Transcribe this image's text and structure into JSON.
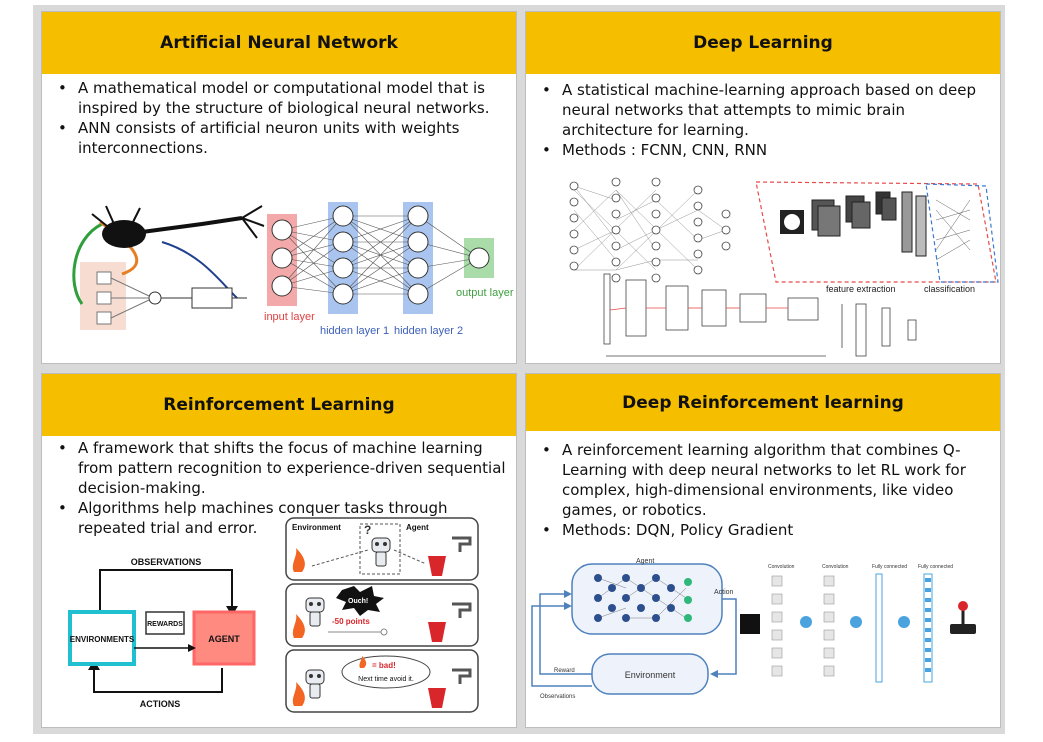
{
  "panels": {
    "ann": {
      "title": "Artificial Neural Network",
      "bullets": [
        "A mathematical model or computational model that is inspired by the structure of biological neural networks.",
        "ANN consists of artificial neuron units with weights interconnections."
      ],
      "labels": {
        "input_layer": "input layer",
        "hidden1": "hidden layer 1",
        "hidden2": "hidden layer 2",
        "output_layer": "output layer"
      }
    },
    "dl": {
      "title": "Deep Learning",
      "bullets": [
        "A statistical machine-learning approach based on deep neural networks that attempts to mimic brain architecture for learning.",
        "Methods : FCNN, CNN, RNN"
      ],
      "labels": {
        "feature_extraction": "feature extraction",
        "classification": "classification"
      }
    },
    "rl": {
      "title": "Reinforcement Learning",
      "bullets": [
        "A framework that shifts the focus of machine learning from pattern recognition to experience-driven sequential decision-making.",
        "Algorithms help machines conquer tasks through repeated trial and error."
      ],
      "labels": {
        "observations": "OBSERVATIONS",
        "rewards": "REWARDS",
        "environments": "ENVIRONMENTS",
        "agent": "AGENT",
        "actions": "ACTIONS",
        "environment": "Environment",
        "agent_small": "Agent",
        "ouch": "Ouch!",
        "points": "-50 points",
        "bad": "= bad!",
        "next_time": "Next time avoid it."
      }
    },
    "drl": {
      "title": "Deep Reinforcement learning",
      "bullets": [
        "A reinforcement learning algorithm that combines Q-Learning with deep neural networks to let RL work for complex, high-dimensional environments, like video games, or robotics.",
        "Methods: DQN, Policy Gradient"
      ],
      "labels": {
        "agent": "Agent",
        "action": "Action",
        "reward": "Reward",
        "observations": "Observations",
        "environment": "Environment",
        "convolution": "Convolution",
        "fully_connected": "Fully connected"
      }
    }
  },
  "colors": {
    "header": "#f5bf00",
    "env_box": "#21c0d0",
    "agent_box": "#ff6666",
    "ann_input_layer": "#f3a9a9",
    "ann_hidden_layer": "#a9c5ef",
    "ann_output_layer": "#a9dca9",
    "drl_node": "#2d4f8e",
    "drl_highlight": "#2eb87a",
    "drl_frame": "#4f81bd"
  }
}
